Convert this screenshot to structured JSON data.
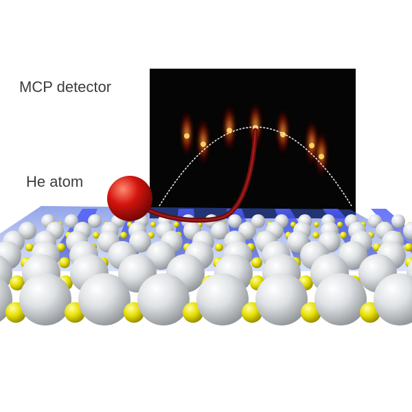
{
  "labels": {
    "detector": "MCP detector",
    "atom": "He atom"
  },
  "colors": {
    "background": "#ffffff",
    "detector_screen": "#050505",
    "diffraction_spot": "#ff7a1a",
    "diffraction_glow": "#d21a0a",
    "he_atom": "#d4140e",
    "trajectory": "#7a1010",
    "large_atom": "#d6d9dc",
    "small_atom": "#e8e000",
    "potential_stripe": "#2a3bd6",
    "potential_sheet": "#4a6ee0",
    "label_text": "#3c3c3c"
  },
  "icons": {
    "atom": "sphere",
    "detector": "rectangular-screen"
  }
}
